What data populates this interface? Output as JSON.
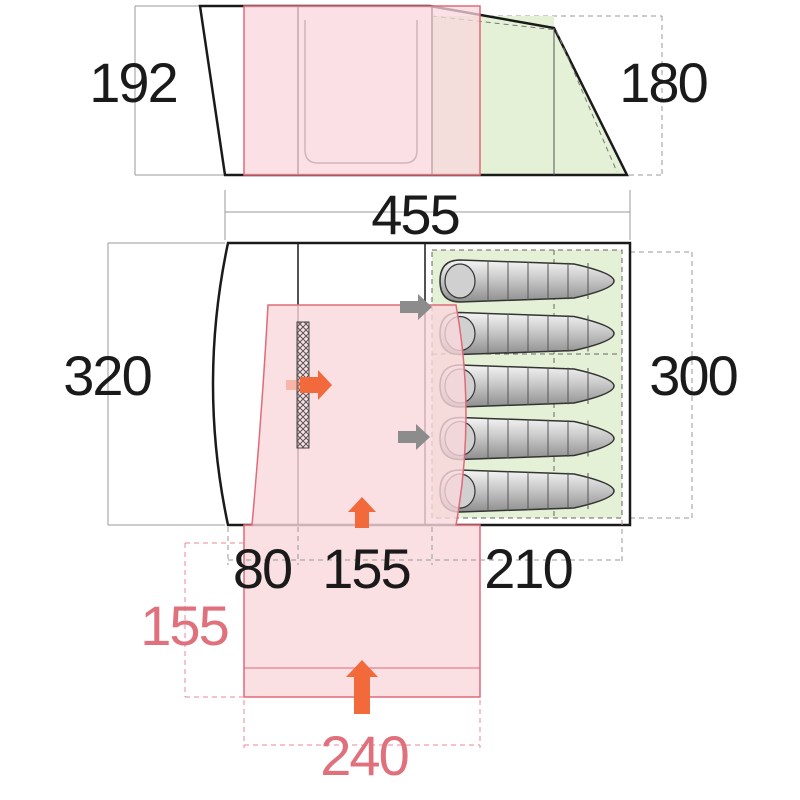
{
  "dimensions": {
    "side_height_left": "192",
    "side_height_right": "180",
    "total_length": "455",
    "width_left": "320",
    "width_right": "300",
    "porch_depth": "80",
    "living_depth": "155",
    "bedroom_depth": "210",
    "extension_depth": "155",
    "extension_width": "240"
  },
  "colors": {
    "outline": "#1a1a1a",
    "dimension_line": "#9a9a9a",
    "extension_fill": "#f9d7dc",
    "extension_stroke": "#e06a78",
    "extension_text": "#e0707c",
    "bedroom_fill": "#e4f1d6",
    "arrow_orange": "#f26a3c",
    "arrow_gray": "#8c8c8c"
  },
  "sleeping_bags": 5
}
